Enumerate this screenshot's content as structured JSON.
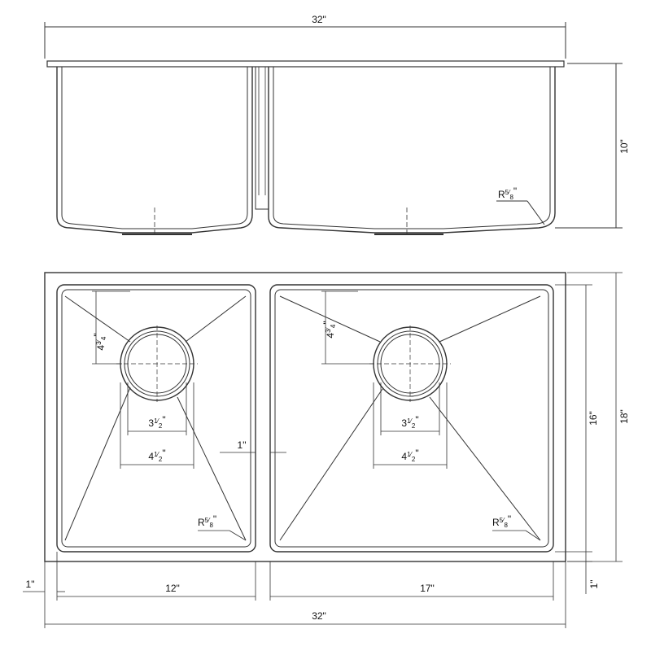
{
  "colors": {
    "line": "#333333",
    "text": "#111111",
    "background": "#ffffff"
  },
  "side_view": {
    "overall_width": "32\"",
    "depth": "10\"",
    "corner_radius": {
      "prefix": "R",
      "num": "5",
      "den": "8",
      "suffix": "\""
    }
  },
  "top_view": {
    "left_drain_offset": {
      "whole": "4",
      "num": "3",
      "den": "4",
      "suffix": "\""
    },
    "right_drain_offset": {
      "whole": "4",
      "num": "3",
      "den": "4",
      "suffix": "\""
    },
    "left_drain_inner": {
      "whole": "3",
      "num": "1",
      "den": "2",
      "suffix": "\""
    },
    "right_drain_inner": {
      "whole": "3",
      "num": "1",
      "den": "2",
      "suffix": "\""
    },
    "left_drain_outer": {
      "whole": "4",
      "num": "1",
      "den": "2",
      "suffix": "\""
    },
    "right_drain_outer": {
      "whole": "4",
      "num": "1",
      "den": "2",
      "suffix": "\""
    },
    "divider_width": "1\"",
    "left_corner_radius": {
      "prefix": "R",
      "num": "5",
      "den": "8",
      "suffix": "\""
    },
    "right_corner_radius": {
      "prefix": "R",
      "num": "5",
      "den": "8",
      "suffix": "\""
    },
    "bowl_depth_inner": "16\"",
    "overall_depth": "18\"",
    "rim_bottom": "1\"",
    "rim_left": "1\"",
    "left_bowl_width": "12\"",
    "right_bowl_width": "17\"",
    "overall_width": "32\""
  }
}
